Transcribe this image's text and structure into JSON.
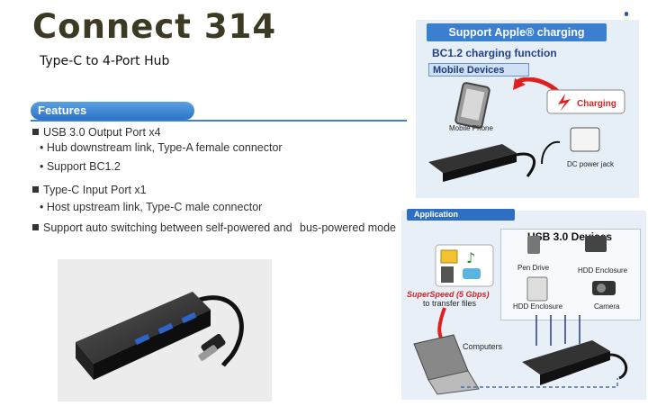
{
  "title": "Connect  314",
  "subtitle": "Type-C to 4-Port Hub",
  "features": {
    "heading": "Features",
    "items": [
      "USB 3.0 Output Port x4",
      "• Hub downstream link, Type-A female connector",
      "• Support BC1.2",
      "Type-C Input Port x1",
      "• Host upstream link, Type-C male connector",
      "Support auto switching between self-powered and",
      "bus-powered mode"
    ]
  },
  "charging_panel": {
    "header": "Support Apple® charging",
    "subheader": "BC1.2 charging function",
    "mobile_label": "Mobile Devices",
    "phone_label": "Mobile Phone",
    "charging_label": "Charging",
    "dc_label": "DC power jack"
  },
  "application_panel": {
    "tab": "Application",
    "usb_devices": "USB 3.0 Devices",
    "pen_drive": "Pen Drive",
    "hdd_enclosure_1": "HDD Enclosure",
    "hdd_enclosure_2": "HDD Enclosure",
    "camera": "Camera",
    "superspeed": "SuperSpeed (5 Gbps)",
    "transfer": "to transfer files",
    "computers": "Computers"
  },
  "colors": {
    "accent_blue": "#3b7fd0",
    "title_color": "#3d3a24",
    "charging_red": "#d32525"
  }
}
